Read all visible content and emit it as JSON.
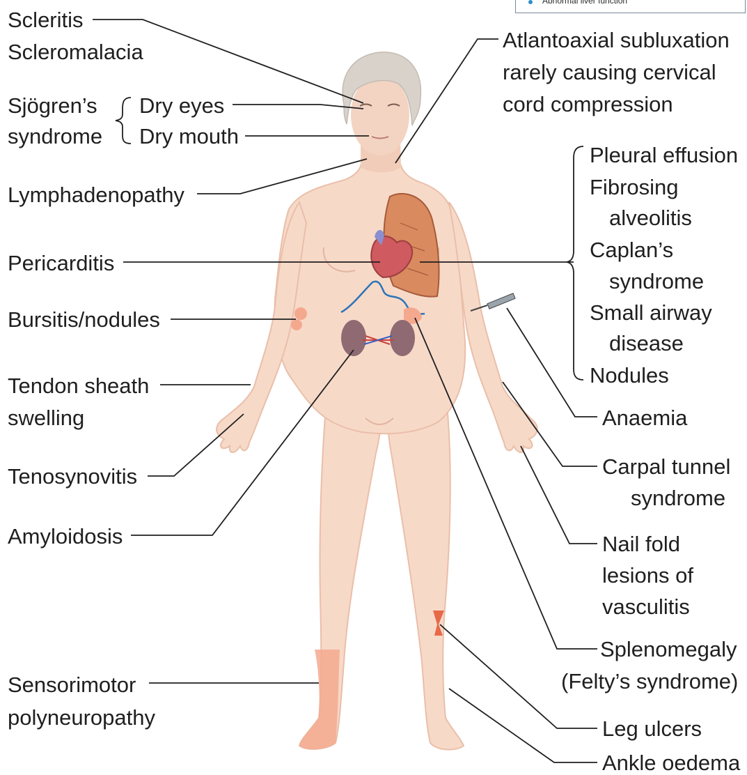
{
  "inset": {
    "text": "Abnormal liver function"
  },
  "labels": {
    "scleritis": "Scleritis",
    "scleromalacia": "Scleromalacia",
    "sjogren_1": "Sjögren’s",
    "sjogren_2": "syndrome",
    "dry_eyes": "Dry eyes",
    "dry_mouth": "Dry mouth",
    "lymphadenopathy": "Lymphadenopathy",
    "pericarditis": "Pericarditis",
    "bursitis": "Bursitis/nodules",
    "tendon_1": "Tendon sheath",
    "tendon_2": "swelling",
    "tenosynovitis": "Tenosynovitis",
    "amyloidosis": "Amyloidosis",
    "sensorimotor_1": "Sensorimotor",
    "sensorimotor_2": "polyneuropathy",
    "atlanto_1": "Atlantoaxial subluxation",
    "atlanto_2": "rarely causing cervical",
    "atlanto_3": "cord compression",
    "pleural": "Pleural effusion",
    "fibrosing_1": "Fibrosing",
    "fibrosing_2": "alveolitis",
    "caplan_1": "Caplan’s",
    "caplan_2": "syndrome",
    "small_airway_1": "Small airway",
    "small_airway_2": "disease",
    "nodules": "Nodules",
    "anaemia": "Anaemia",
    "carpal_1": "Carpal tunnel",
    "carpal_2": "syndrome",
    "nail_1": "Nail fold",
    "nail_2": "lesions of",
    "nail_3": "vasculitis",
    "spleno_1": "Splenomegaly",
    "spleno_2": "(Felty’s syndrome)",
    "leg_ulcers": "Leg ulcers",
    "ankle_oedema": "Ankle oedema"
  },
  "colors": {
    "skin": "#f7d9c8",
    "skin_shade": "#e9bfa9",
    "hair": "#d8d2cb",
    "lung": "#d98a5f",
    "heart": "#cf5a5f",
    "kidney": "#8f6a72",
    "nerve_line": "#2b74b8",
    "highlight": "#f4a98f",
    "ulcer": "#e8684a"
  }
}
